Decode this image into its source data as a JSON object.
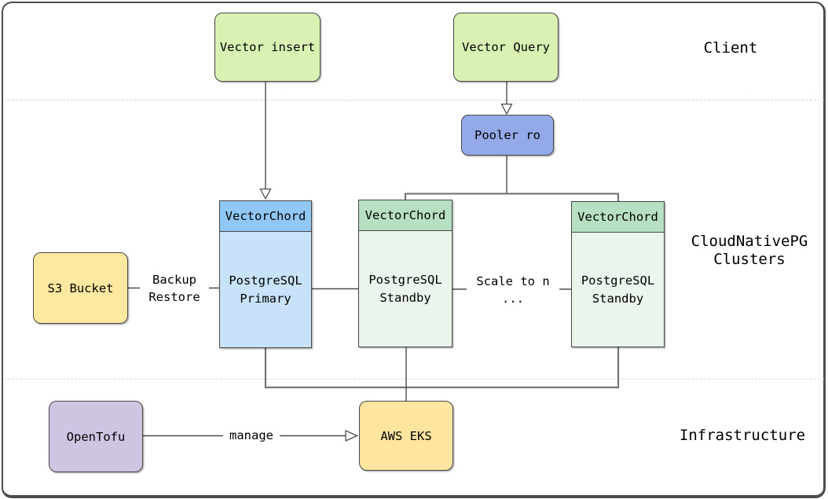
{
  "diagram": {
    "lane_labels": {
      "client": "Client",
      "cloudnativepg": "CloudNativePG\nClusters",
      "infrastructure": "Infrastructure"
    },
    "nodes": {
      "vector_insert": {
        "label": "Vector insert",
        "fill": "#d9f2b4"
      },
      "vector_query": {
        "label": "Vector Query",
        "fill": "#d9f2b4"
      },
      "pooler_ro": {
        "label": "Pooler ro",
        "fill": "#94a9e8"
      },
      "postgres_primary": {
        "header": "VectorChord",
        "label": "PostgreSQL\nPrimary",
        "header_fill": "#90c7f4",
        "body_fill": "#c8e3f9"
      },
      "postgres_standby_1": {
        "header": "VectorChord",
        "label": "PostgreSQL\nStandby",
        "header_fill": "#b7dfc2",
        "body_fill": "#eaf6ec"
      },
      "postgres_standby_2": {
        "header": "VectorChord",
        "label": "PostgreSQL\nStandby",
        "header_fill": "#b7dfc2",
        "body_fill": "#eaf6ec"
      },
      "s3_bucket": {
        "label": "S3 Bucket",
        "fill": "#ffe9a0"
      },
      "opentofu": {
        "label": "OpenTofu",
        "fill": "#cfc5e2"
      },
      "aws_eks": {
        "label": "AWS EKS",
        "fill": "#ffe59e"
      }
    },
    "edge_labels": {
      "backup_restore": "Backup\nRestore",
      "scale_to_n": "Scale to n\n...",
      "manage": "manage"
    },
    "colors": {
      "edge": "#4d4d4d",
      "bus": "#757575",
      "divider": "#d8d8d8",
      "frame": "#4d4d4d"
    }
  }
}
